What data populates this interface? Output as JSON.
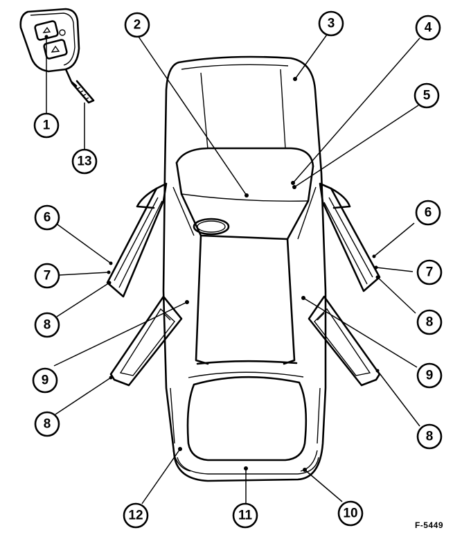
{
  "figure_code": "F-5449",
  "callouts": [
    "1",
    "2",
    "3",
    "4",
    "5",
    "6",
    "7",
    "8",
    "9",
    "10",
    "11",
    "12",
    "13"
  ],
  "icons": {
    "key_fob": "key-fob-icon",
    "car": "car-top-view-icon"
  },
  "colors": {
    "line": "#000000",
    "background": "#ffffff"
  }
}
